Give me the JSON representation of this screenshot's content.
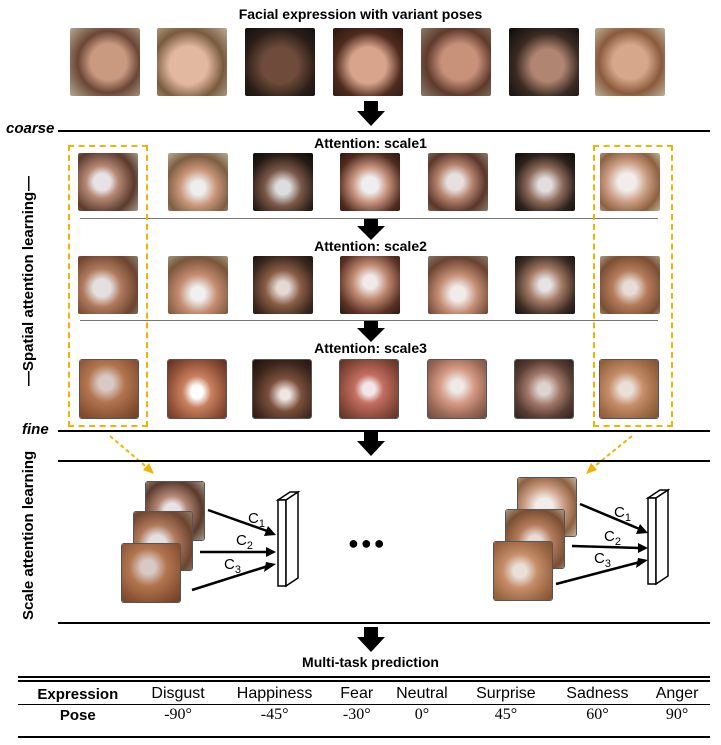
{
  "top_title": "Facial expression with variant poses",
  "coarse_label": "coarse",
  "fine_label": "fine",
  "spatial_label": "Spatial attention learning",
  "scale_label": "Scale attention learning",
  "scale1": "Attention: scale1",
  "scale2": "Attention: scale2",
  "scale3": "Attention: scale3",
  "ellipsis": "●●●",
  "connections": [
    "C",
    "C",
    "C"
  ],
  "connection_subs": [
    "1",
    "2",
    "3"
  ],
  "prediction_title": "Multi-task prediction",
  "table": {
    "expression_label": "Expression",
    "pose_label": "Pose",
    "expressions": [
      "Disgust",
      "Happiness",
      "Fear",
      "Neutral",
      "Surprise",
      "Sadness",
      "Anger"
    ],
    "poses": [
      "-90°",
      "-45°",
      "-30°",
      "0°",
      "45°",
      "60°",
      "90°"
    ]
  },
  "colors": {
    "dashed_box": "#f2b300",
    "arrow": "#000000"
  }
}
